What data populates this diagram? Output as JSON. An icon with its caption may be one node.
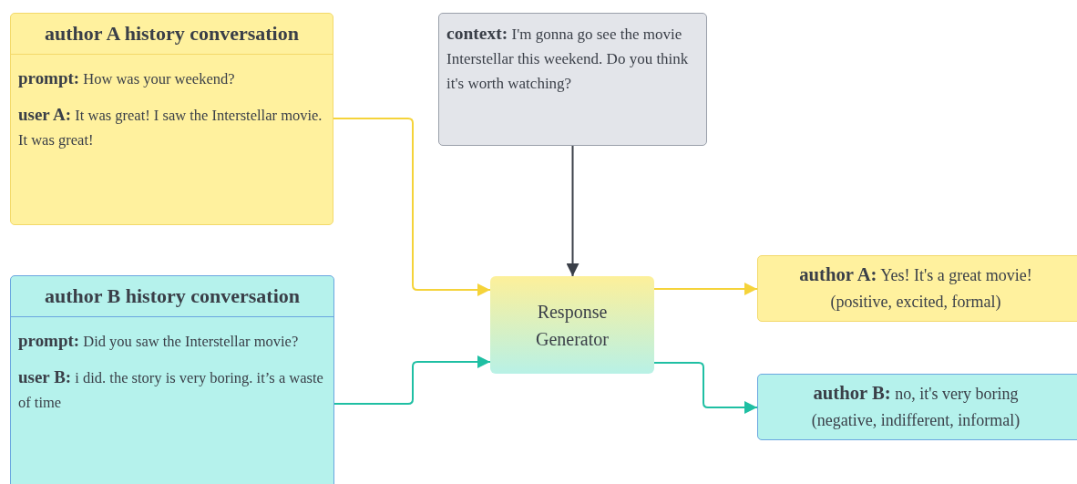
{
  "diagram": {
    "nodes": [
      {
        "text": [
          "author A history conversation",
          "**prompt:** How was your weekend?",
          "**user A:** It was great! I saw the Interstellar movie. It was great!"
        ]
      },
      {
        "text": [
          "**context:** I'm gonna go see the movie Interstellar this weekend. Do you think it's worth watching?"
        ]
      },
      {
        "text": [
          "author B history conversation",
          "**prompt:** Did you saw the Interstellar movie?",
          "**user B:** i did. the story is very boring. it’s a waste of time"
        ]
      },
      {
        "text": [
          "Response Generator"
        ]
      },
      {
        "text": [
          "**author A:** Yes! It's a great movie!",
          "(positive, excited, formal)"
        ]
      },
      {
        "text": [
          "**author B:** no, it's very boring",
          "(negative, indifferent, informal)"
        ]
      }
    ],
    "edges": [
      {
        "from": 0,
        "to": 3,
        "arrow": "to",
        "color": "#f5d33a"
      },
      {
        "from": 1,
        "to": 3,
        "arrow": "to",
        "color": "#3a3f48"
      },
      {
        "from": 2,
        "to": 3,
        "arrow": "to",
        "color": "#1fbfa3"
      },
      {
        "from": 3,
        "to": 4,
        "arrow": "to",
        "color": "#f5d33a"
      },
      {
        "from": 3,
        "to": 5,
        "arrow": "to",
        "color": "#1fbfa3"
      }
    ]
  }
}
